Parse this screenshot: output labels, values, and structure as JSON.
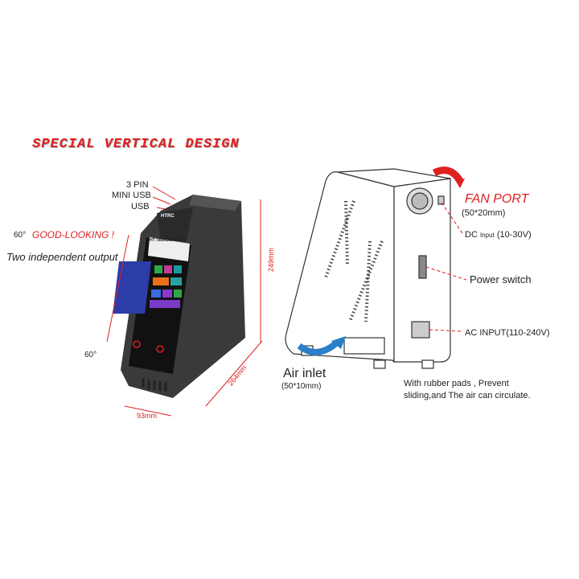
{
  "title": "SPECIAL VERTICAL DESIGN",
  "front": {
    "ports": [
      "3 PIN",
      "MINI USB",
      "USB"
    ],
    "angle_top": "60°",
    "good_looking": "GOOD-LOOKING !",
    "two_output": "Two independent output",
    "angle_bottom": "60°",
    "height_dim": "249mm",
    "depth_dim": "264mm",
    "width_dim": "93mm",
    "brand": "HTRC",
    "model": "HT 780AC/DC DUO"
  },
  "rear": {
    "fan_port": "FAN PORT",
    "fan_size": "(50*20mm)",
    "dc_label": "DC",
    "dc_input": "Input",
    "dc_range": "(10-30V)",
    "power_switch": "Power switch",
    "ac_input": "AC INPUT(110-240V)",
    "air_inlet": "Air inlet",
    "air_size": "(50*10mm)",
    "rubber_pads_1": "With rubber pads , Prevent",
    "rubber_pads_2": "sliding,and The air can circulate."
  },
  "colors": {
    "accent": "#e02020",
    "air": "#2a7fc8"
  }
}
